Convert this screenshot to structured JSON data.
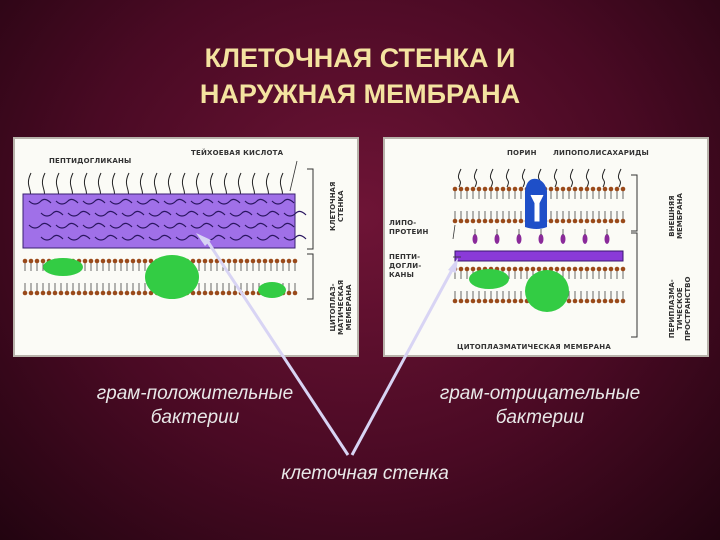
{
  "title": "КЛЕТОЧНАЯ СТЕНКА И\nНАРУЖНАЯ МЕМБРАНА",
  "left_panel": {
    "label_peptidoglycans": "ПЕПТИДОГЛИКАНЫ",
    "label_teichoic_acid": "ТЕЙХОЕВАЯ КИСЛОТА",
    "label_cell_wall": "КЛЕТОЧНАЯ\nСТЕНКА",
    "label_cytoplasmic_membrane": "ЦИТОПЛАЗ-\nМАТИЧЕСКАЯ\nМЕМБРАНА"
  },
  "right_panel": {
    "label_porin": "ПОРИН",
    "label_lipopolysaccharides": "ЛИПОПОЛИСАХАРИДЫ",
    "label_lipoprotein": "ЛИПО-\nПРОТЕИН",
    "label_peptidoglycans": "ПЕПТИ-\nДОГЛИ-\nКАНЫ",
    "label_outer_membrane": "ВНЕШНЯЯ\nМЕМБРАНА",
    "label_periplasmic_space": "ПЕРИПЛАЗМА-\nТИЧЕСКОЕ\nПРОСТРАНСТВО",
    "label_cytoplasmic_membrane": "ЦИТОПЛАЗМАТИЧЕСКАЯ МЕМБРАНА"
  },
  "captions": {
    "gram_positive": "грам-положительные\nбактерии",
    "gram_negative": "грам-отрицательные\nбактерии",
    "cell_wall": "клеточная стенка"
  },
  "colors": {
    "background": "#5a0e2c",
    "title": "#f4e3a0",
    "peptidoglycan": "#a070e8",
    "protein": "#33cc44",
    "porin": "#1e4fc8",
    "lipid_head": "#9a4a1a",
    "arrow": "#d8d4f4"
  }
}
